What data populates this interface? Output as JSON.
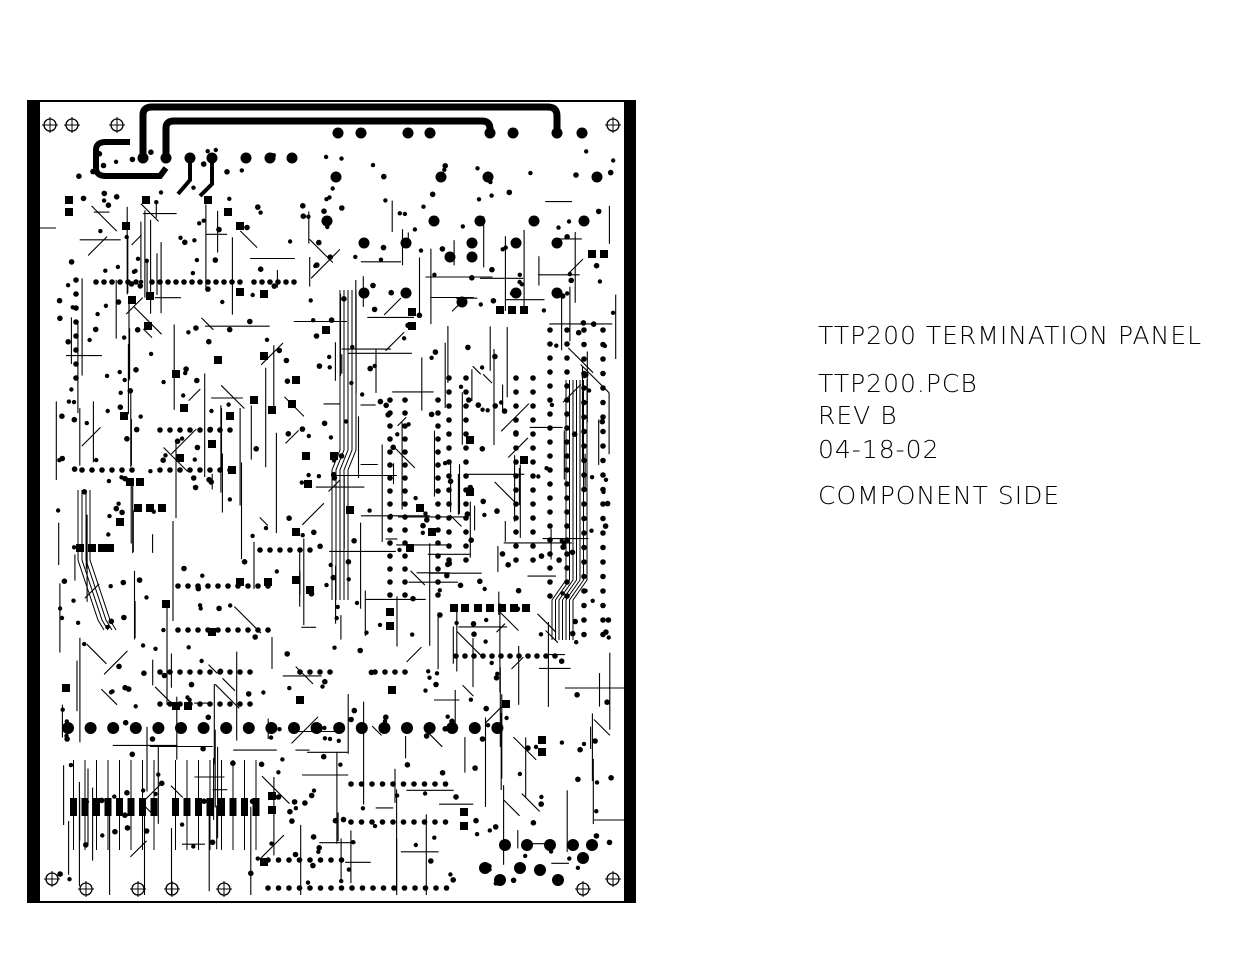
{
  "drawing": {
    "title": "TTP200 TERMINATION PANEL",
    "file_name": "TTP200.PCB",
    "revision": "REV B",
    "date": "04-18-02",
    "layer": "COMPONENT SIDE"
  },
  "colors": {
    "copper": "#000000",
    "background": "#ffffff"
  }
}
